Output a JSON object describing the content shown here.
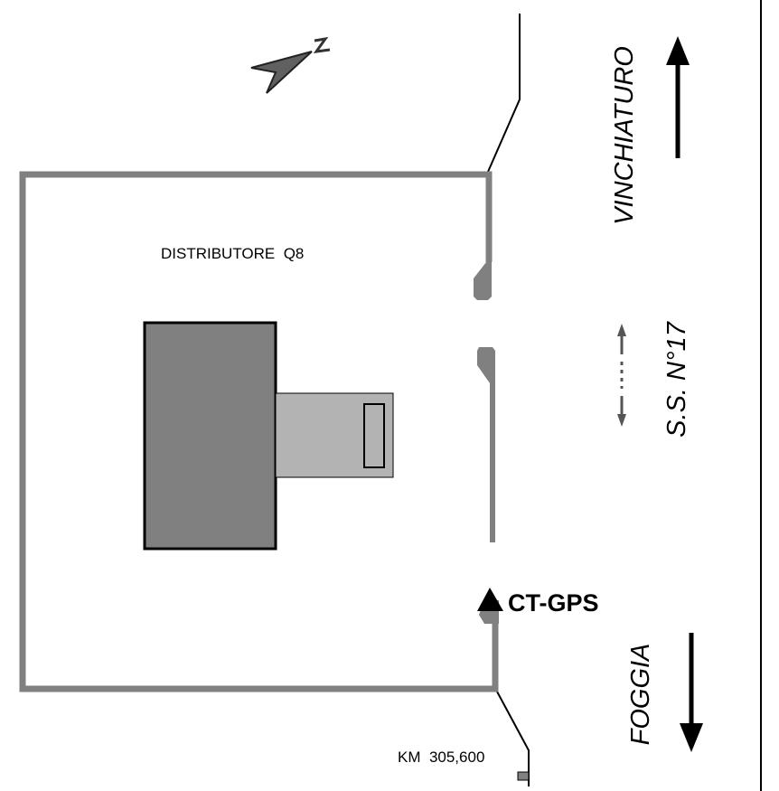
{
  "title": "DISTRIBUTORE  Q8",
  "station_label": "CT-GPS",
  "km_label": "KM  305,600",
  "road_label": "S.S. N°17",
  "direction_north": "VINCHIATURO",
  "direction_south": "FOGGIA",
  "compass_letter": "N",
  "colors": {
    "boundary": "#808080",
    "building": "#808080",
    "canopy": "#b3b3b3",
    "line": "#000000"
  }
}
